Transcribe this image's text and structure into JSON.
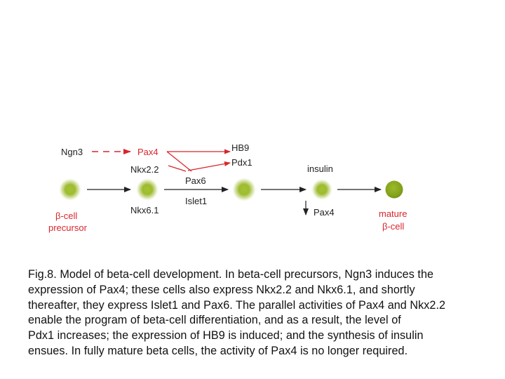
{
  "diagram": {
    "labels": {
      "ngn3": "Ngn3",
      "pax4_top": "Pax4",
      "nkx22": "Nkx2.2",
      "nkx61": "Nkx6.1",
      "hb9": "HB9",
      "pdx1": "Pdx1",
      "pax6": "Pax6",
      "islet1": "Islet1",
      "insulin": "insulin",
      "pax4_bottom": "Pax4",
      "precursor_line1": "β-cell",
      "precursor_line2": "precursor",
      "mature_line1": "mature",
      "mature_line2": "β-cell"
    },
    "colors": {
      "red": "#d8262c",
      "cell": "#8aaa1e",
      "cell_dark": "#6e8a16",
      "arrow": "#222222",
      "text": "#222222"
    }
  },
  "caption": {
    "lines": [
      "Fig.8. Model of beta-cell development. In beta-cell precursors, Ngn3 induces the",
      "expression of Pax4; these cells also express Nkx2.2 and Nkx6.1, and shortly",
      "thereafter, they express Islet1 and Pax6. The parallel activities of Pax4 and Nkx2.2",
      "enable the program of beta-cell differentiation, and as a result, the level of",
      "Pdx1 increases; the expression of HB9 is induced; and the synthesis of insulin",
      "ensues. In fully mature beta cells, the activity of Pax4 is no longer required."
    ]
  }
}
